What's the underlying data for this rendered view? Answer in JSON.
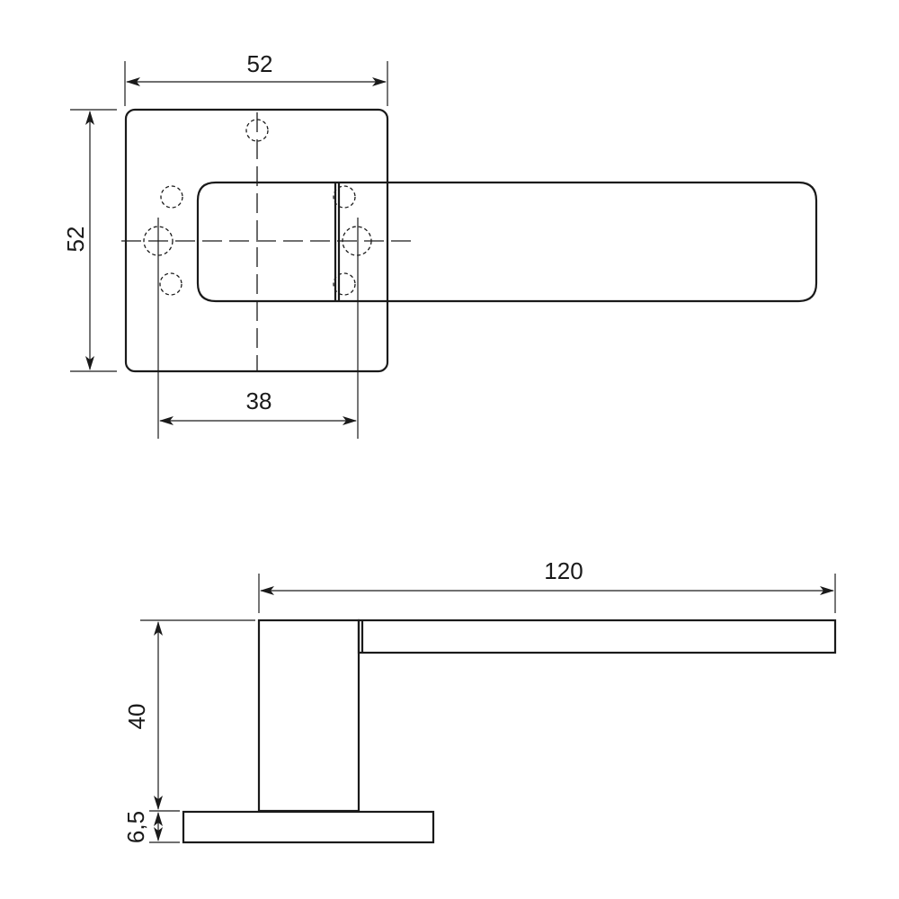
{
  "drawing": {
    "subject": "door lever handle on square rose",
    "line_color": "#1a1a1a",
    "background": "#ffffff"
  },
  "top_view": {
    "rose_width_label": "52",
    "rose_height_label": "52",
    "hole_spacing_label": "38"
  },
  "side_view": {
    "lever_length_label": "120",
    "handle_height_label": "40",
    "rose_thickness_label": "6,5"
  }
}
